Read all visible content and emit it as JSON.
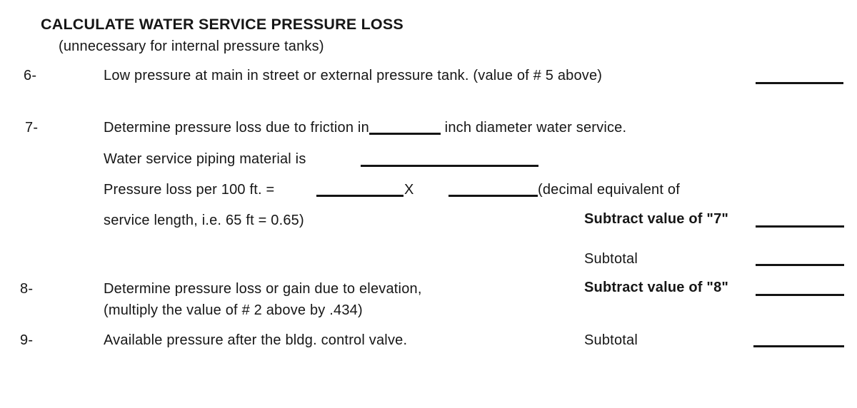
{
  "page": {
    "title": "CALCULATE WATER SERVICE PRESSURE LOSS",
    "subtitle": "(unnecessary for internal pressure tanks)"
  },
  "item6": {
    "number": "6-",
    "text": "Low pressure at main in street or external pressure tank. (value of # 5 above)"
  },
  "item7": {
    "number": "7-",
    "friction_pre": "Determine pressure loss due to friction in",
    "friction_post": "inch diameter water service.",
    "piping_label": "Water service piping material is",
    "loss_label": "Pressure loss per 100 ft. =",
    "multiply_sign": "X",
    "decimal_note": "(decimal equivalent of",
    "decimal_note2": "service length, i.e. 65 ft = 0.65)",
    "subtract_label": "Subtract value of \"7\"",
    "subtotal_label": "Subtotal"
  },
  "item8": {
    "number": "8-",
    "line1": "Determine pressure loss or gain due to elevation,",
    "line2": "(multiply the value of # 2 above by .434)",
    "subtract_label": "Subtract value of \"8\""
  },
  "item9": {
    "number": "9-",
    "text": "Available pressure after the bldg. control valve.",
    "subtotal_label": "Subtotal"
  }
}
